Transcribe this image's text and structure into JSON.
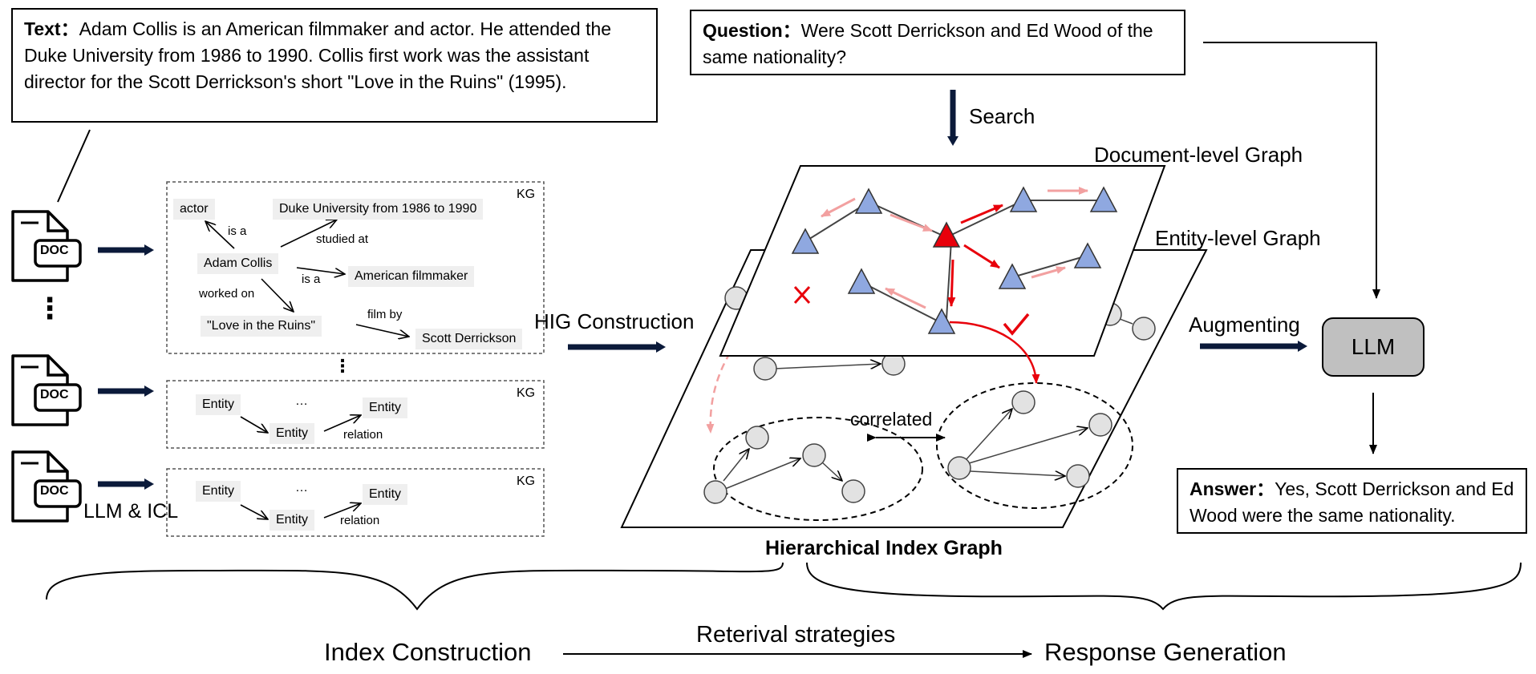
{
  "text_box": {
    "label": "Text：",
    "content": "Adam Collis is an American filmmaker and actor. He attended the Duke University from 1986 to 1990. Collis first work was the assistant director for the Scott Derrickson's short \"Love in the Ruins\" (1995)."
  },
  "question_box": {
    "label": "Question：",
    "content": "Were Scott Derrickson and Ed Wood of the same nationality?"
  },
  "answer_box": {
    "label": "Answer：",
    "content": "Yes, Scott Derrickson and Ed Wood were the same nationality."
  },
  "doc_icon_text": "DOC",
  "ellipsis_vertical": "⋮",
  "llm_icl_label": "LLM & ICL",
  "kg_tag": "KG",
  "kg1": {
    "nodes": {
      "actor": "actor",
      "duke": "Duke University from 1986 to 1990",
      "adam": "Adam Collis",
      "american": "American filmmaker",
      "love": "\"Love in the Ruins\"",
      "scott": "Scott Derrickson"
    },
    "relations": {
      "is_a_1": "is a",
      "studied_at": "studied at",
      "is_a_2": "is a",
      "worked_on": "worked on",
      "film_by": "film by"
    }
  },
  "kg_generic": {
    "entity": "Entity",
    "dots": "…",
    "relation": "relation"
  },
  "kg_vdots": "⋮",
  "hig_construction": "HIG Construction",
  "search_label": "Search",
  "doc_graph_label": "Document-level Graph",
  "entity_graph_label": "Entity-level Graph",
  "correlated_label": "correlated",
  "hig_title": "Hierarchical Index Graph",
  "augmenting_label": "Augmenting",
  "llm_label": "LLM",
  "bottom": {
    "left": "Index Construction",
    "middle": "Reterival strategies",
    "right": "Response Generation"
  },
  "colors": {
    "triangle_fill": "#8fa8e0",
    "highlight_red": "#e8000b",
    "pale_red": "#f2a0a0",
    "node_grey": "#e2e2e2",
    "llm_grey": "#c0c0c0",
    "thick_arrow": "#0b1a3a"
  }
}
